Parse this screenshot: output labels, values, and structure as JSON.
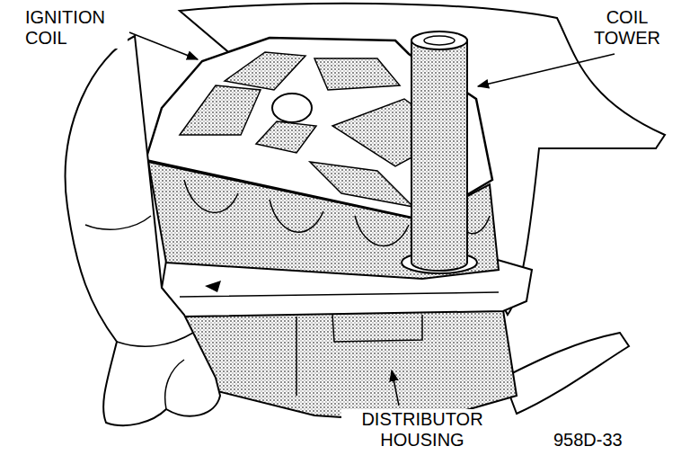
{
  "diagram": {
    "labels": [
      "IGNITION COIL",
      "COIL TOWER",
      "DISTRIBUTOR HOUSING",
      "958D-33"
    ]
  }
}
